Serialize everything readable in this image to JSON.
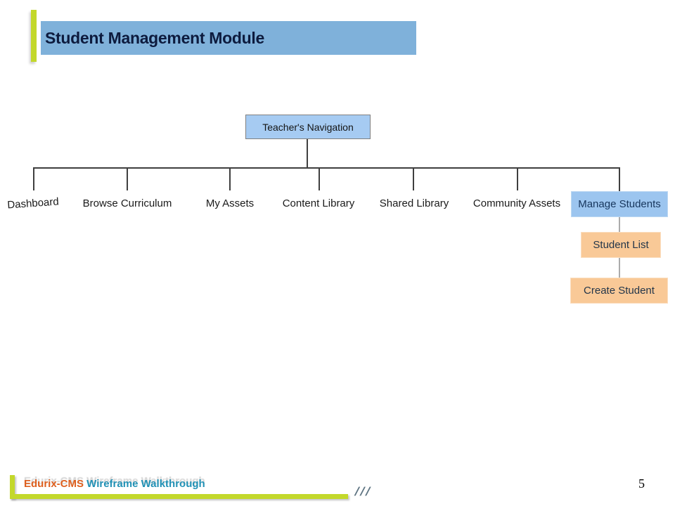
{
  "slide": {
    "title": "Student Management Module",
    "page_number": "5"
  },
  "footer": {
    "brand": "Edurix-CMS",
    "tagline": " Wireframe Walkthrough",
    "slashes": "///"
  },
  "nav_tree": {
    "root": {
      "label": "Teacher's Navigation"
    },
    "items": [
      {
        "label": "Dashboard"
      },
      {
        "label": "Browse Curriculum"
      },
      {
        "label": "My Assets"
      },
      {
        "label": "Content Library"
      },
      {
        "label": "Shared Library"
      },
      {
        "label": "Community Assets"
      },
      {
        "label": "Manage Students"
      }
    ],
    "manage_students_children": [
      {
        "label": "Student List"
      },
      {
        "label": "Create Student"
      }
    ]
  },
  "colors": {
    "banner_blue": "#7fb1da",
    "accent_lime": "#c3d82b",
    "root_node_blue": "#a6cbf2",
    "highlight_node_blue": "#9cc5ef",
    "child_node_orange": "#f9c997",
    "footer_brand_orange": "#de5f1e",
    "footer_tagline_teal": "#2191b5",
    "connector_dark": "#3f3f3f",
    "connector_light": "#ababab"
  }
}
